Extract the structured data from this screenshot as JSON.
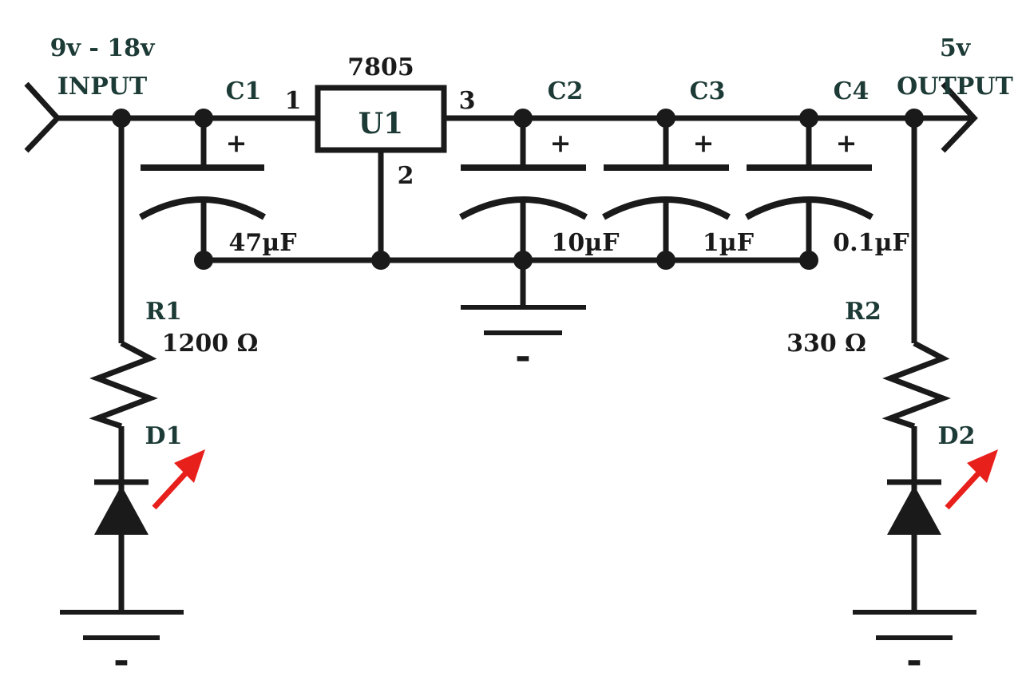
{
  "input": {
    "voltage": "9v - 18v",
    "label": "INPUT"
  },
  "output": {
    "voltage": "5v",
    "label": "OUTPUT"
  },
  "regulator": {
    "part": "7805",
    "ref": "U1",
    "pin1": "1",
    "pin2": "2",
    "pin3": "3"
  },
  "capacitors": [
    {
      "ref": "C1",
      "value": "47µF",
      "polarity": "+"
    },
    {
      "ref": "C2",
      "value": "10µF",
      "polarity": "+"
    },
    {
      "ref": "C3",
      "value": "1µF",
      "polarity": "+"
    },
    {
      "ref": "C4",
      "value": "0.1µF",
      "polarity": "+"
    }
  ],
  "resistors": [
    {
      "ref": "R1",
      "value": "1200 Ω"
    },
    {
      "ref": "R2",
      "value": "330 Ω"
    }
  ],
  "diodes": [
    {
      "ref": "D1"
    },
    {
      "ref": "D2"
    }
  ],
  "ground_symbol": "-",
  "colors": {
    "wire": "#1a1a1a",
    "label": "#1d3b36",
    "led_arrow": "#e8201c"
  }
}
